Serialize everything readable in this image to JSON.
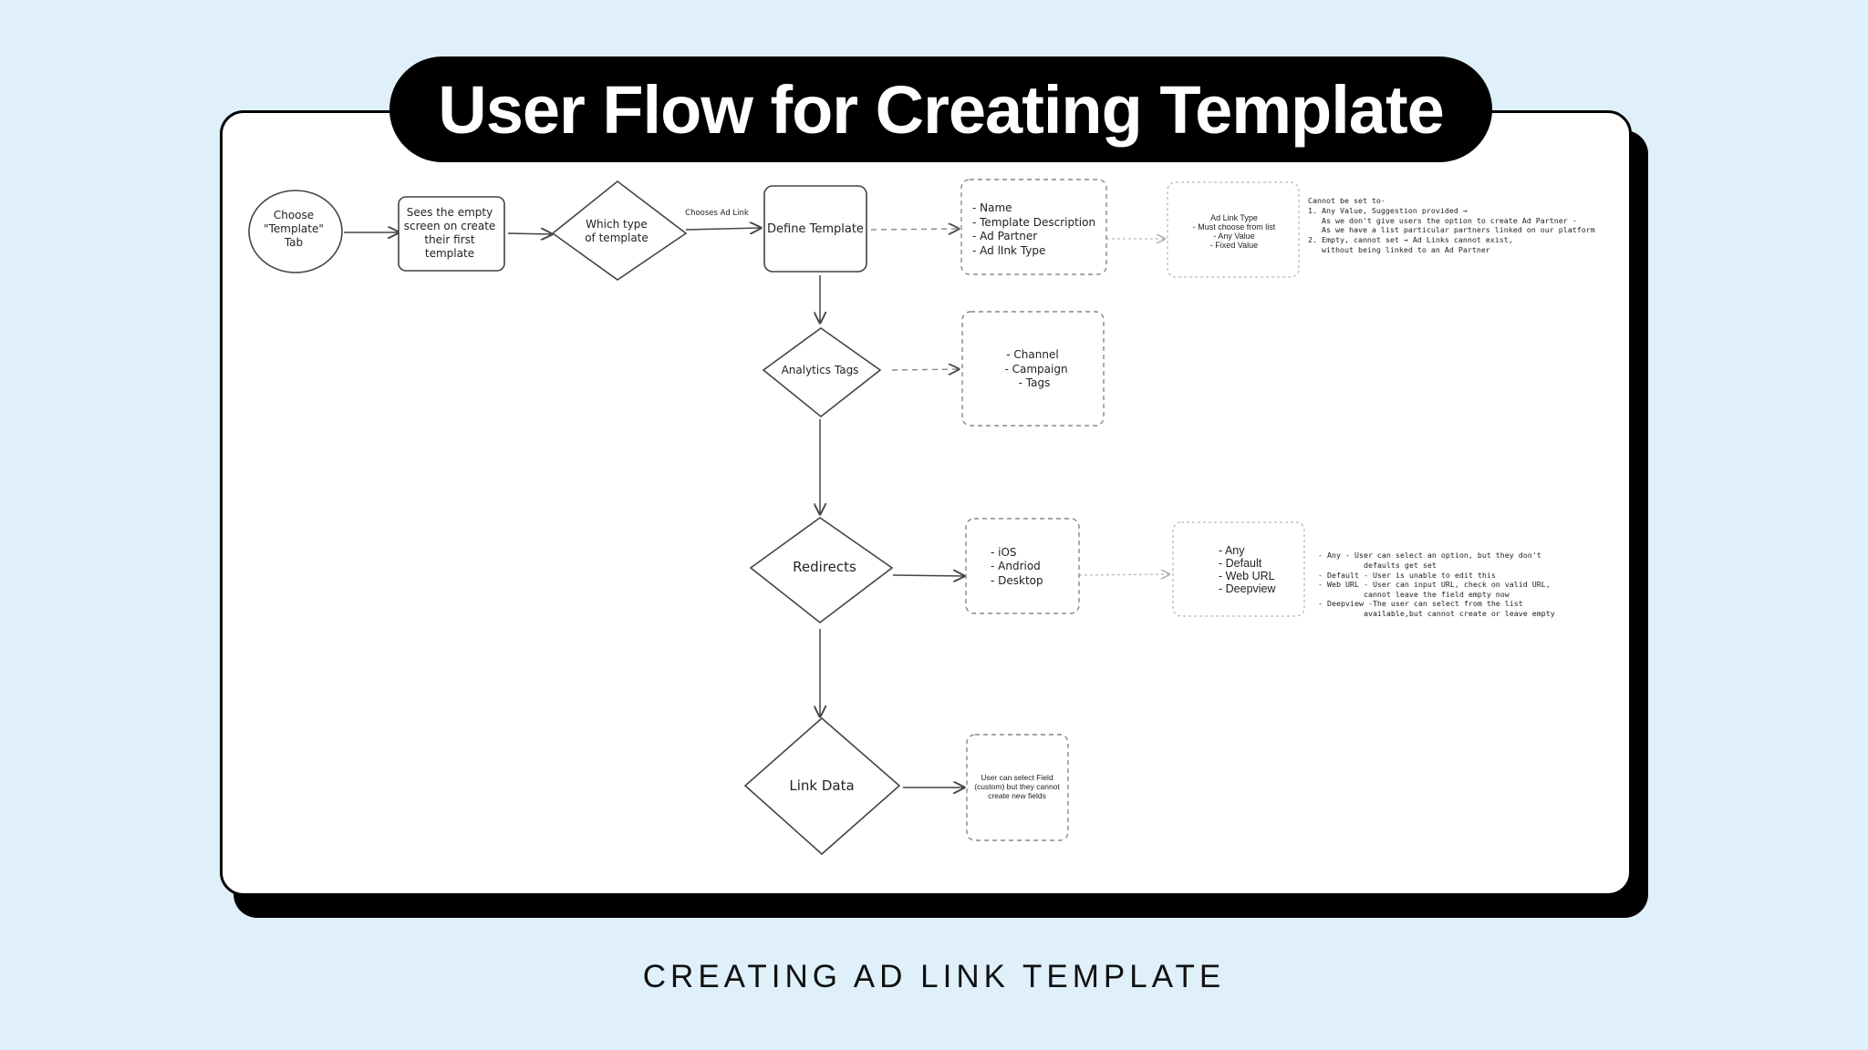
{
  "title": "User Flow for Creating Template",
  "caption": "CREATING AD LINK TEMPLATE",
  "nodes": {
    "choose_tab": [
      "Choose",
      "\"Template\"",
      "Tab"
    ],
    "empty_screen": [
      "Sees the empty",
      "screen on create",
      "their first",
      "template"
    ],
    "which_type": [
      "Which type",
      "of template"
    ],
    "define_template": "Define Template",
    "analytics_tags": "Analytics Tags",
    "redirects": "Redirects",
    "link_data": "Link Data"
  },
  "edge_labels": {
    "chooses_ad_link": "Chooses Ad Link"
  },
  "boxes": {
    "template_fields": [
      "- Name",
      "- Template Description",
      "- Ad Partner",
      "- Ad lInk Type"
    ],
    "ad_link_type": [
      "Ad Link Type",
      "- Must choose from list",
      "- Any Value",
      "- Fixed Value"
    ],
    "analytics_fields": [
      "- Channel",
      "- Campaign",
      "- Tags"
    ],
    "platforms": [
      "- iOS",
      "- Andriod",
      "- Desktop"
    ],
    "redirect_options": [
      "- Any",
      "- Default",
      "- Web URL",
      "- Deepview"
    ],
    "link_data_note": [
      "User can select Field",
      "(custom) but they cannot",
      "create new fields"
    ]
  },
  "notes": {
    "ad_partner": [
      "Cannot be set to-",
      "1. Any Value, Suggestion provided →",
      "   As we don't give users the option to create Ad Partner -",
      "   As we have a list particular partners linked on our platform",
      "2. Empty, cannot set → Ad Links cannot exist,",
      "   without being linked to an Ad Partner"
    ],
    "redirects": [
      "- Any - User can select an option, but they don't",
      "          defaults get set",
      "- Default - User is unable to edit this",
      "- Web URL - User can input URL, check on valid URL,",
      "          cannot leave the field empty now",
      "- Deepview -The user can select from the list",
      "          available,but cannot create or leave empty"
    ]
  }
}
